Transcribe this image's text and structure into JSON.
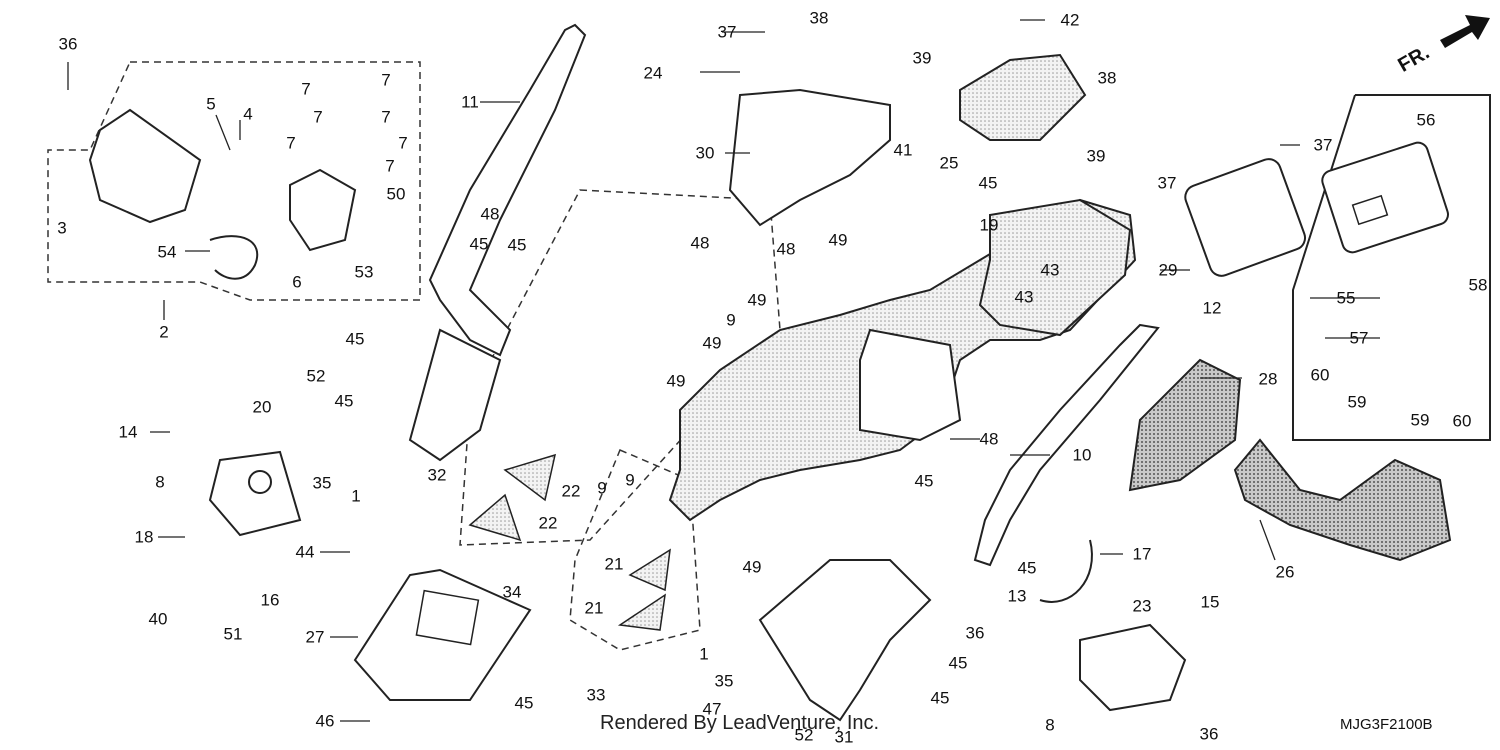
{
  "diagram": {
    "front_marker": "FR.",
    "credit": "Rendered By LeadVenture, Inc.",
    "drawing_code": "MJG3F2100B",
    "callouts": [
      {
        "id": "c36a",
        "label": "36"
      },
      {
        "id": "c3",
        "label": "3"
      },
      {
        "id": "c2",
        "label": "2"
      },
      {
        "id": "c5",
        "label": "5"
      },
      {
        "id": "c4",
        "label": "4"
      },
      {
        "id": "c7a",
        "label": "7"
      },
      {
        "id": "c7b",
        "label": "7"
      },
      {
        "id": "c7c",
        "label": "7"
      },
      {
        "id": "c7d",
        "label": "7"
      },
      {
        "id": "c7e",
        "label": "7"
      },
      {
        "id": "c7f",
        "label": "7"
      },
      {
        "id": "c7g",
        "label": "7"
      },
      {
        "id": "c50",
        "label": "50"
      },
      {
        "id": "c54",
        "label": "54"
      },
      {
        "id": "c6",
        "label": "6"
      },
      {
        "id": "c53",
        "label": "53"
      },
      {
        "id": "c11",
        "label": "11"
      },
      {
        "id": "c45a",
        "label": "45"
      },
      {
        "id": "c45b",
        "label": "45"
      },
      {
        "id": "c45c",
        "label": "45"
      },
      {
        "id": "c45d",
        "label": "45"
      },
      {
        "id": "c48a",
        "label": "48"
      },
      {
        "id": "c48b",
        "label": "48"
      },
      {
        "id": "c48c",
        "label": "48"
      },
      {
        "id": "c49a",
        "label": "49"
      },
      {
        "id": "c49b",
        "label": "49"
      },
      {
        "id": "c49c",
        "label": "49"
      },
      {
        "id": "c49d",
        "label": "49"
      },
      {
        "id": "c9a",
        "label": "9"
      },
      {
        "id": "c9b",
        "label": "9"
      },
      {
        "id": "c9c",
        "label": "9"
      },
      {
        "id": "c24",
        "label": "24"
      },
      {
        "id": "c37a",
        "label": "37"
      },
      {
        "id": "c38a",
        "label": "38"
      },
      {
        "id": "c39a",
        "label": "39"
      },
      {
        "id": "c30",
        "label": "30"
      },
      {
        "id": "c42",
        "label": "42"
      },
      {
        "id": "c38b",
        "label": "38"
      },
      {
        "id": "c41",
        "label": "41"
      },
      {
        "id": "c25",
        "label": "25"
      },
      {
        "id": "c45e",
        "label": "45"
      },
      {
        "id": "c19",
        "label": "19"
      },
      {
        "id": "c39b",
        "label": "39"
      },
      {
        "id": "c37b",
        "label": "37"
      },
      {
        "id": "c43a",
        "label": "43"
      },
      {
        "id": "c43b",
        "label": "43"
      },
      {
        "id": "c29",
        "label": "29"
      },
      {
        "id": "c37c",
        "label": "37"
      },
      {
        "id": "c12",
        "label": "12"
      },
      {
        "id": "c56",
        "label": "56"
      },
      {
        "id": "c58",
        "label": "58"
      },
      {
        "id": "c55",
        "label": "55"
      },
      {
        "id": "c57",
        "label": "57"
      },
      {
        "id": "c60a",
        "label": "60"
      },
      {
        "id": "c59a",
        "label": "59"
      },
      {
        "id": "c59b",
        "label": "59"
      },
      {
        "id": "c60b",
        "label": "60"
      },
      {
        "id": "c28",
        "label": "28"
      },
      {
        "id": "c26",
        "label": "26"
      },
      {
        "id": "c10",
        "label": "10"
      },
      {
        "id": "c48d",
        "label": "48"
      },
      {
        "id": "c45f",
        "label": "45"
      },
      {
        "id": "c52a",
        "label": "52"
      },
      {
        "id": "c35a",
        "label": "35"
      },
      {
        "id": "c1a",
        "label": "1"
      },
      {
        "id": "c32a",
        "label": "32"
      },
      {
        "id": "c14",
        "label": "14"
      },
      {
        "id": "c20",
        "label": "20"
      },
      {
        "id": "c8a",
        "label": "8"
      },
      {
        "id": "c18",
        "label": "18"
      },
      {
        "id": "c16",
        "label": "16"
      },
      {
        "id": "c40",
        "label": "40"
      },
      {
        "id": "c51",
        "label": "51"
      },
      {
        "id": "c22a",
        "label": "22"
      },
      {
        "id": "c22b",
        "label": "22"
      },
      {
        "id": "c34",
        "label": "34"
      },
      {
        "id": "c44",
        "label": "44"
      },
      {
        "id": "c27",
        "label": "27"
      },
      {
        "id": "c46",
        "label": "46"
      },
      {
        "id": "c45g",
        "label": "45"
      },
      {
        "id": "c21a",
        "label": "21"
      },
      {
        "id": "c21b",
        "label": "21"
      },
      {
        "id": "c33",
        "label": "33"
      },
      {
        "id": "c49e",
        "label": "49"
      },
      {
        "id": "c45h",
        "label": "45"
      },
      {
        "id": "c1b",
        "label": "1"
      },
      {
        "id": "c35b",
        "label": "35"
      },
      {
        "id": "c47",
        "label": "47"
      },
      {
        "id": "c52b",
        "label": "52"
      },
      {
        "id": "c31",
        "label": "31"
      },
      {
        "id": "c36b",
        "label": "36"
      },
      {
        "id": "c45i",
        "label": "45"
      },
      {
        "id": "c45j",
        "label": "45"
      },
      {
        "id": "c13",
        "label": "13"
      },
      {
        "id": "c17",
        "label": "17"
      },
      {
        "id": "c8b",
        "label": "8"
      },
      {
        "id": "c23",
        "label": "23"
      },
      {
        "id": "c15",
        "label": "15"
      },
      {
        "id": "c36c",
        "label": "36"
      }
    ]
  }
}
